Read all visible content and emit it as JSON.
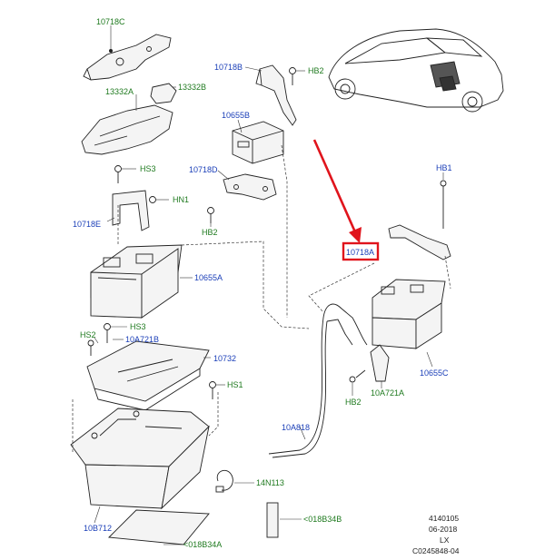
{
  "labels": {
    "p10718C": "10718C",
    "p13332B": "13332B",
    "p13332A": "13332A",
    "p10718B": "10718B",
    "hb2_top": "HB2",
    "p10655B": "10655B",
    "hs3_a": "HS3",
    "p10718D": "10718D",
    "hn1": "HN1",
    "p10718E": "10718E",
    "hb2_mid": "HB2",
    "hb1": "HB1",
    "p10718A": "10718A",
    "p10655A": "10655A",
    "hs3_b": "HS3",
    "hs2": "HS2",
    "p10A721B": "10A721B",
    "p10732": "10732",
    "hs1": "HS1",
    "p10655C": "10655C",
    "p10A721A": "10A721A",
    "hb2_low": "HB2",
    "p10A818": "10A818",
    "p14N113": "14N113",
    "p018B34B": "<018B34B",
    "p10B712": "10B712",
    "p018B34A": "<018B34A"
  },
  "meta": {
    "line1": "4140105",
    "line2": "06-2018",
    "line3": "LX",
    "line4": "C0245848-04"
  },
  "colors": {
    "label_blue": "#1b3fb8",
    "label_green": "#1f7a1f",
    "highlight_box": "#e0141c",
    "arrow": "#e0141c"
  },
  "highlighted": "10718A"
}
